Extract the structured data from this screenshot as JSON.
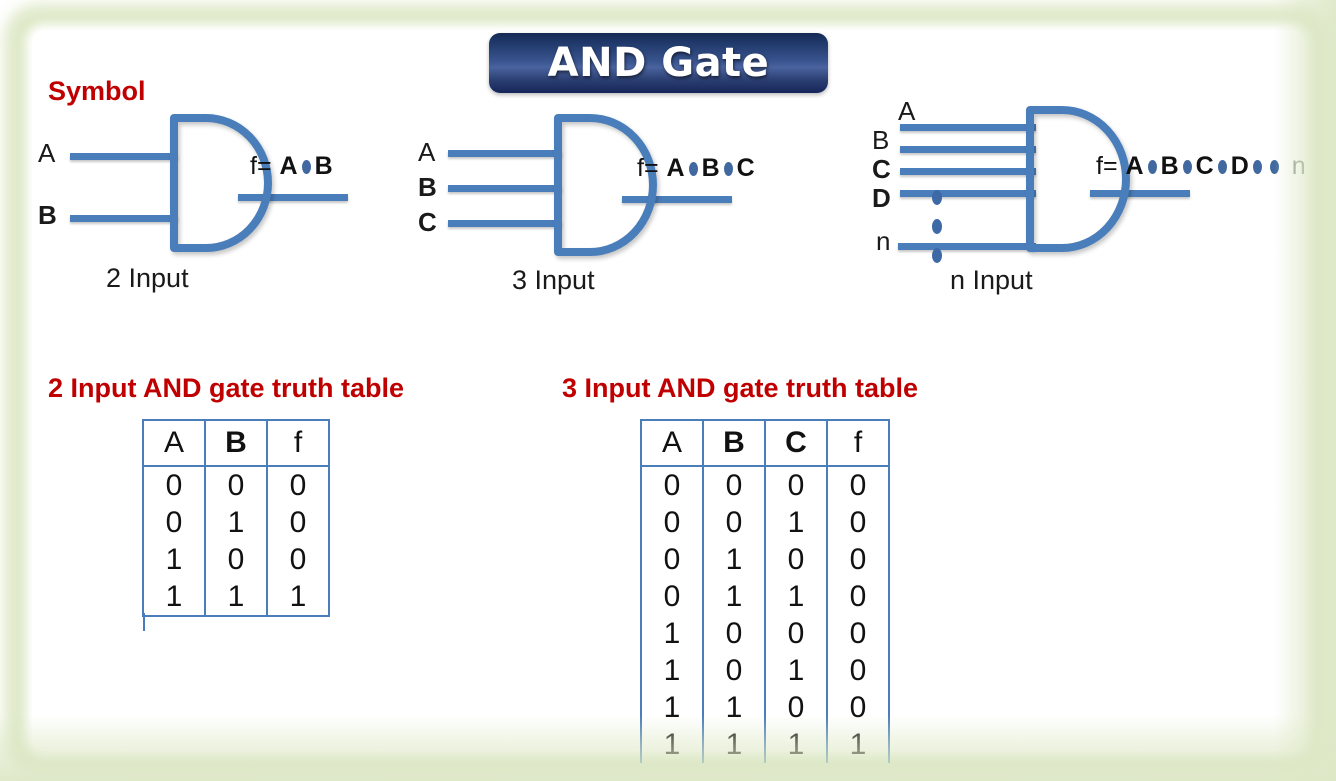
{
  "page": {
    "title": "AND Gate",
    "frame_color": "#dde8c6",
    "accent_red": "#c00000",
    "accent_blue": "#4a7ebb"
  },
  "symbol_section": {
    "heading": "Symbol",
    "gates": [
      {
        "id": "gate-2-input",
        "caption": "2 Input",
        "inputs": [
          {
            "label": "A",
            "bold": false
          },
          {
            "label": "B",
            "bold": true
          }
        ],
        "formula_prefix": "f=",
        "formula_terms": [
          "A",
          "B"
        ],
        "has_ellipsis": false,
        "ellipsis_label": ""
      },
      {
        "id": "gate-3-input",
        "caption": "3 Input",
        "inputs": [
          {
            "label": "A",
            "bold": false
          },
          {
            "label": "B",
            "bold": true
          },
          {
            "label": "C",
            "bold": true
          }
        ],
        "formula_prefix": "f=",
        "formula_terms": [
          "A",
          "B",
          "C"
        ],
        "has_ellipsis": false,
        "ellipsis_label": ""
      },
      {
        "id": "gate-n-input",
        "caption": "n Input",
        "inputs": [
          {
            "label": "A",
            "bold": false
          },
          {
            "label": "B",
            "bold": false
          },
          {
            "label": "C",
            "bold": true
          },
          {
            "label": "D",
            "bold": true
          },
          {
            "label": "n",
            "bold": false
          }
        ],
        "formula_prefix": "f=",
        "formula_terms": [
          "A",
          "B",
          "C",
          "D"
        ],
        "has_ellipsis": true,
        "ellipsis_label": "n"
      }
    ]
  },
  "truth_tables": [
    {
      "id": "truth-table-2-input",
      "heading": "2 Input AND gate truth table",
      "headers": [
        {
          "label": "A",
          "bold": false
        },
        {
          "label": "B",
          "bold": true
        },
        {
          "label": "f",
          "bold": false
        }
      ],
      "rows": [
        [
          "0",
          "0",
          "0"
        ],
        [
          "0",
          "1",
          "0"
        ],
        [
          "1",
          "0",
          "0"
        ],
        [
          "1",
          "1",
          "1"
        ]
      ]
    },
    {
      "id": "truth-table-3-input",
      "heading": "3 Input AND gate truth table",
      "headers": [
        {
          "label": "A",
          "bold": false
        },
        {
          "label": "B",
          "bold": true
        },
        {
          "label": "C",
          "bold": true
        },
        {
          "label": "f",
          "bold": false
        }
      ],
      "rows": [
        [
          "0",
          "0",
          "0",
          "0"
        ],
        [
          "0",
          "0",
          "1",
          "0"
        ],
        [
          "0",
          "1",
          "0",
          "0"
        ],
        [
          "0",
          "1",
          "1",
          "0"
        ],
        [
          "1",
          "0",
          "0",
          "0"
        ],
        [
          "1",
          "0",
          "1",
          "0"
        ],
        [
          "1",
          "1",
          "0",
          "0"
        ],
        [
          "1",
          "1",
          "1",
          "1"
        ]
      ]
    }
  ]
}
